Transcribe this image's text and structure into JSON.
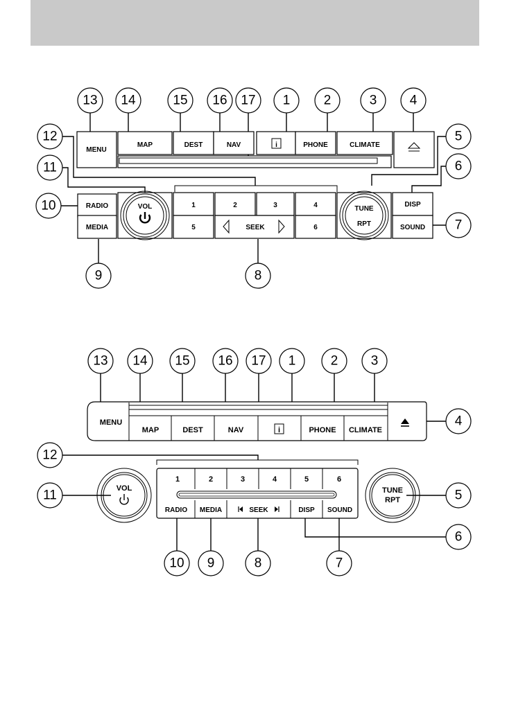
{
  "diagram_top": {
    "callouts": [
      "13",
      "14",
      "15",
      "16",
      "17",
      "1",
      "2",
      "3",
      "4",
      "12",
      "11",
      "10",
      "9",
      "8",
      "5",
      "6",
      "7"
    ],
    "buttons": {
      "menu": "MENU",
      "map": "MAP",
      "dest": "DEST",
      "nav": "NAV",
      "info": "i",
      "phone": "PHONE",
      "climate": "CLIMATE",
      "radio": "RADIO",
      "media": "MEDIA",
      "vol": "VOL",
      "tune": "TUNE",
      "rpt": "RPT",
      "disp": "DISP",
      "sound": "SOUND",
      "seek": "SEEK",
      "preset_1": "1",
      "preset_2": "2",
      "preset_3": "3",
      "preset_4": "4",
      "preset_5": "5",
      "preset_6": "6"
    }
  },
  "diagram_bottom": {
    "callouts": [
      "13",
      "14",
      "15",
      "16",
      "17",
      "1",
      "2",
      "3",
      "4",
      "12",
      "11",
      "5",
      "10",
      "9",
      "8",
      "7",
      "6"
    ],
    "buttons": {
      "menu": "MENU",
      "map": "MAP",
      "dest": "DEST",
      "nav": "NAV",
      "info": "i",
      "phone": "PHONE",
      "climate": "CLIMATE",
      "vol": "VOL",
      "tune": "TUNE",
      "rpt": "RPT",
      "radio": "RADIO",
      "media": "MEDIA",
      "seek": "SEEK",
      "disp": "DISP",
      "sound": "SOUND",
      "preset_1": "1",
      "preset_2": "2",
      "preset_3": "3",
      "preset_4": "4",
      "preset_5": "5",
      "preset_6": "6"
    }
  }
}
